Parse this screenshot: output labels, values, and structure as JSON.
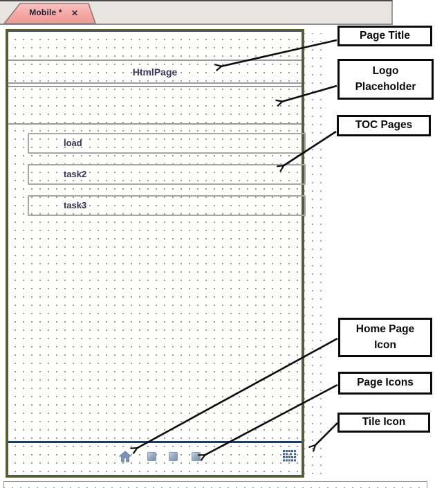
{
  "window": {
    "tab": {
      "label": "Mobile *",
      "close_icon": "✕"
    }
  },
  "designer": {
    "page_title": "HtmlPage",
    "toc_pages": [
      {
        "label": "load"
      },
      {
        "label": "task2"
      },
      {
        "label": "task3"
      }
    ],
    "toolbar": {
      "home_icon": "home-icon",
      "page_icon_count": 3,
      "tile_icon": "tile-icon"
    }
  },
  "callouts": {
    "page_title": "Page Title",
    "logo_placeholder": "Logo Placeholder",
    "toc_pages": "TOC Pages",
    "home_page_icon": "Home Page Icon",
    "page_icons": "Page Icons",
    "tile_icon": "Tile Icon"
  },
  "colors": {
    "tab_pink": "#f5a9a5",
    "canvas_border_olive": "#5d5d20",
    "canvas_inner_blue": "#3a5795",
    "divider_gray": "#9b9b9b",
    "footer_line_navy": "#1b3a66",
    "icon_blue_gray": "#7d95b6",
    "tile_navy": "#3f639c",
    "callout_border": "#000000"
  }
}
